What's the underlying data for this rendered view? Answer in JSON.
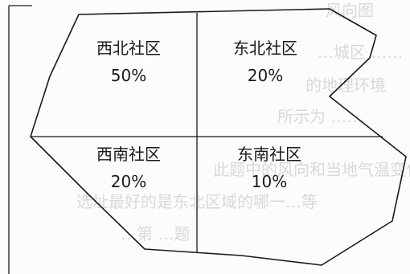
{
  "map": {
    "regions": [
      {
        "name": "西北社区",
        "share": "50%"
      },
      {
        "name": "东北社区",
        "share": "20%"
      },
      {
        "name": "西南社区",
        "share": "20%"
      },
      {
        "name": "东南社区",
        "share": "10%"
      }
    ]
  },
  "bleed_through_text": [
    "风向图",
    "…城区 ……",
    "的地理环境",
    "所示为 ……",
    "此题中的风向和当地气温变化情况，判断",
    "选址最好的是东北区域的哪一…等",
    "…第 …题"
  ],
  "colors": {
    "ink": "#1a1a1a",
    "bleed_through": "#d9d9d6",
    "paper": "#fcfcfa"
  }
}
